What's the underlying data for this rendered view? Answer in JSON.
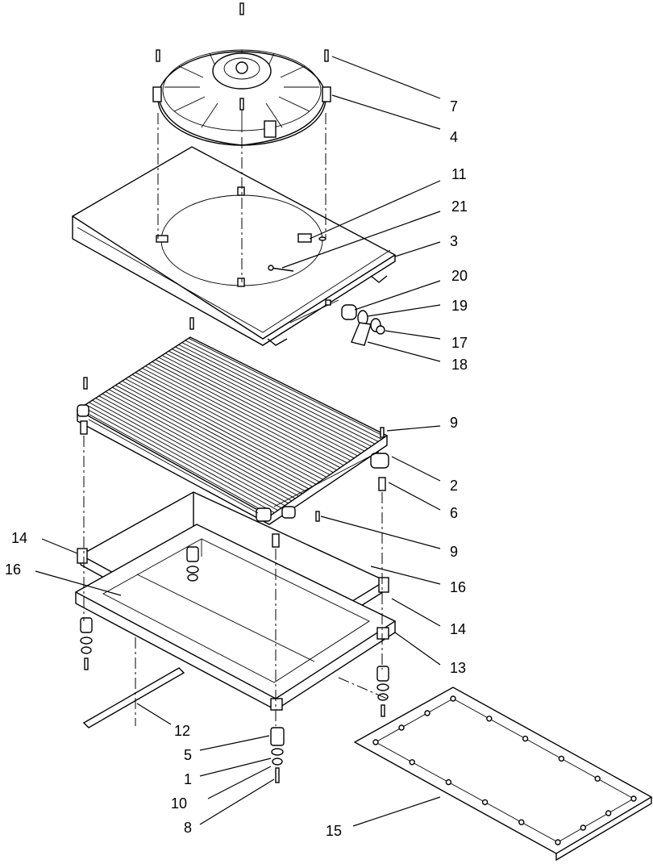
{
  "callouts": {
    "c7": "7",
    "c4": "4",
    "c11": "11",
    "c21": "21",
    "c3": "3",
    "c20": "20",
    "c19": "19",
    "c17": "17",
    "c18": "18",
    "c9a": "9",
    "c2": "2",
    "c6": "6",
    "c9b": "9",
    "c14a": "14",
    "c16a": "16",
    "c16b": "16",
    "c14b": "14",
    "c13": "13",
    "c12": "12",
    "c5": "5",
    "c1": "1",
    "c10": "10",
    "c8": "8",
    "c15": "15"
  }
}
